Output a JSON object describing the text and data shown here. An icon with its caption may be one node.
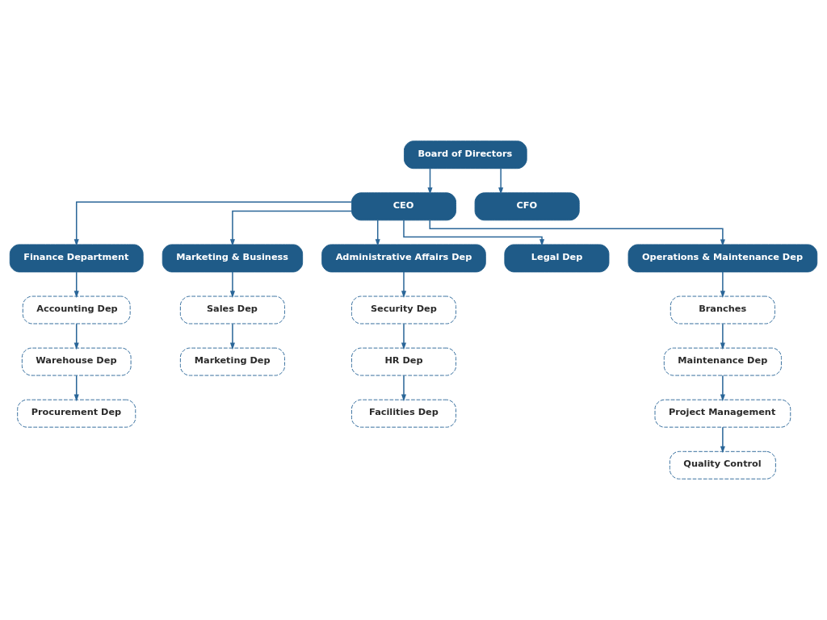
{
  "diagram": {
    "nodes": [
      {
        "text": [
          "Board of Directors"
        ]
      },
      {
        "text": [
          "CEO"
        ]
      },
      {
        "text": [
          "CFO"
        ]
      },
      {
        "text": [
          "Finance Department"
        ]
      },
      {
        "text": [
          "Marketing & Business"
        ]
      },
      {
        "text": [
          "Administrative Affairs Dep"
        ]
      },
      {
        "text": [
          "Legal Dep"
        ]
      },
      {
        "text": [
          "Operations & Maintenance Dep"
        ]
      },
      {
        "text": [
          "Accounting Dep"
        ]
      },
      {
        "text": [
          "Warehouse Dep"
        ]
      },
      {
        "text": [
          "Procurement Dep"
        ]
      },
      {
        "text": [
          "Sales Dep"
        ]
      },
      {
        "text": [
          "Marketing Dep"
        ]
      },
      {
        "text": [
          "Security Dep"
        ]
      },
      {
        "text": [
          "HR Dep"
        ]
      },
      {
        "text": [
          "Facilities Dep"
        ]
      },
      {
        "text": [
          "Branches"
        ]
      },
      {
        "text": [
          "Maintenance Dep"
        ]
      },
      {
        "text": [
          "Project Management"
        ]
      },
      {
        "text": [
          "Quality Control"
        ]
      }
    ],
    "edges": [
      {
        "from": 0,
        "to": 1,
        "arrow": "to"
      },
      {
        "from": 0,
        "to": 2,
        "arrow": "to"
      },
      {
        "from": 1,
        "to": 3,
        "arrow": "to"
      },
      {
        "from": 1,
        "to": 4,
        "arrow": "to"
      },
      {
        "from": 1,
        "to": 5,
        "arrow": "to"
      },
      {
        "from": 1,
        "to": 6,
        "arrow": "to"
      },
      {
        "from": 1,
        "to": 7,
        "arrow": "to"
      },
      {
        "from": 3,
        "to": 8,
        "arrow": "to"
      },
      {
        "from": 8,
        "to": 9,
        "arrow": "to"
      },
      {
        "from": 9,
        "to": 10,
        "arrow": "to"
      },
      {
        "from": 4,
        "to": 11,
        "arrow": "to"
      },
      {
        "from": 11,
        "to": 12,
        "arrow": "to"
      },
      {
        "from": 5,
        "to": 13,
        "arrow": "to"
      },
      {
        "from": 13,
        "to": 14,
        "arrow": "to"
      },
      {
        "from": 14,
        "to": 15,
        "arrow": "to"
      },
      {
        "from": 7,
        "to": 16,
        "arrow": "to"
      },
      {
        "from": 16,
        "to": 17,
        "arrow": "to"
      },
      {
        "from": 17,
        "to": 18,
        "arrow": "to"
      },
      {
        "from": 18,
        "to": 19,
        "arrow": "to"
      }
    ]
  }
}
